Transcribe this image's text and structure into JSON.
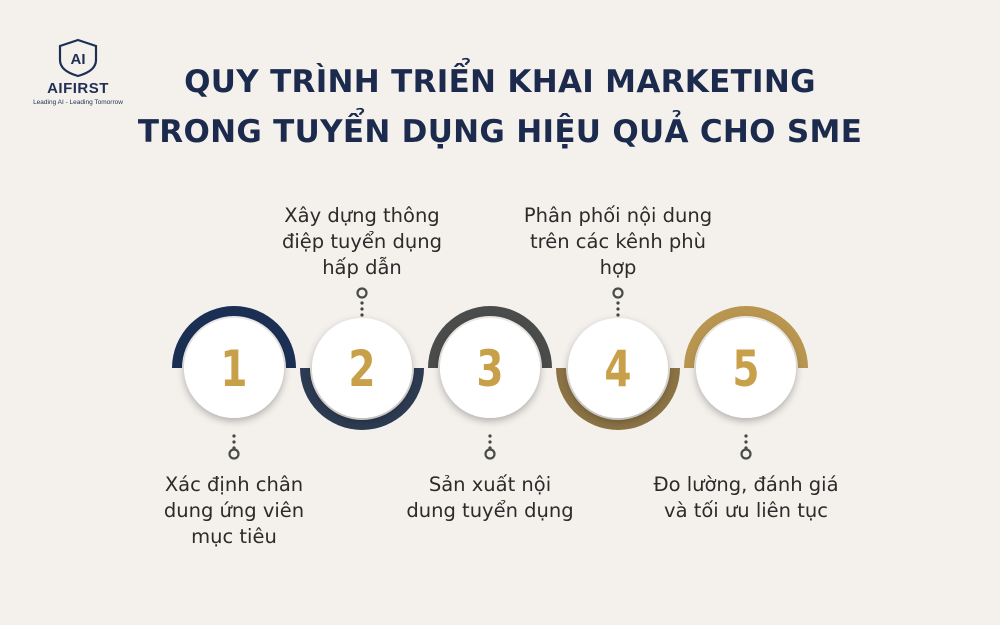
{
  "logo": {
    "mark": "AI",
    "name": "AIFIRST",
    "tagline": "Leading AI - Leading Tomorrow"
  },
  "title": {
    "line1": "QUY TRÌNH TRIỂN KHAI MARKETING",
    "line2": "TRONG TUYỂN DỤNG HIỆU QUẢ CHO SME"
  },
  "steps": [
    {
      "number": "1",
      "label_lines": [
        "Xác định chân",
        "dung ứng viên",
        "mục tiêu"
      ],
      "color": "#1b2f55",
      "arc": "top",
      "label_position": "below"
    },
    {
      "number": "2",
      "label_lines": [
        "Xây dựng thông",
        "điệp tuyển dụng",
        "hấp dẫn"
      ],
      "color": "#2d3b52",
      "arc": "bottom",
      "label_position": "above"
    },
    {
      "number": "3",
      "label_lines": [
        "Sản xuất nội",
        "dung tuyển dụng"
      ],
      "color": "#4a4c4b",
      "arc": "top",
      "label_position": "below"
    },
    {
      "number": "4",
      "label_lines": [
        "Phân phối nội dung",
        "trên các kênh phù",
        "hợp"
      ],
      "color": "#8a7244",
      "arc": "bottom",
      "label_position": "above"
    },
    {
      "number": "5",
      "label_lines": [
        "Đo lường, đánh giá",
        "và tối ưu liên tục"
      ],
      "color": "#b89650",
      "arc": "top",
      "label_position": "below"
    }
  ],
  "colors": {
    "background": "#f4f1ec",
    "navy": "#1b2a4d",
    "gold": "#c9a04a"
  }
}
